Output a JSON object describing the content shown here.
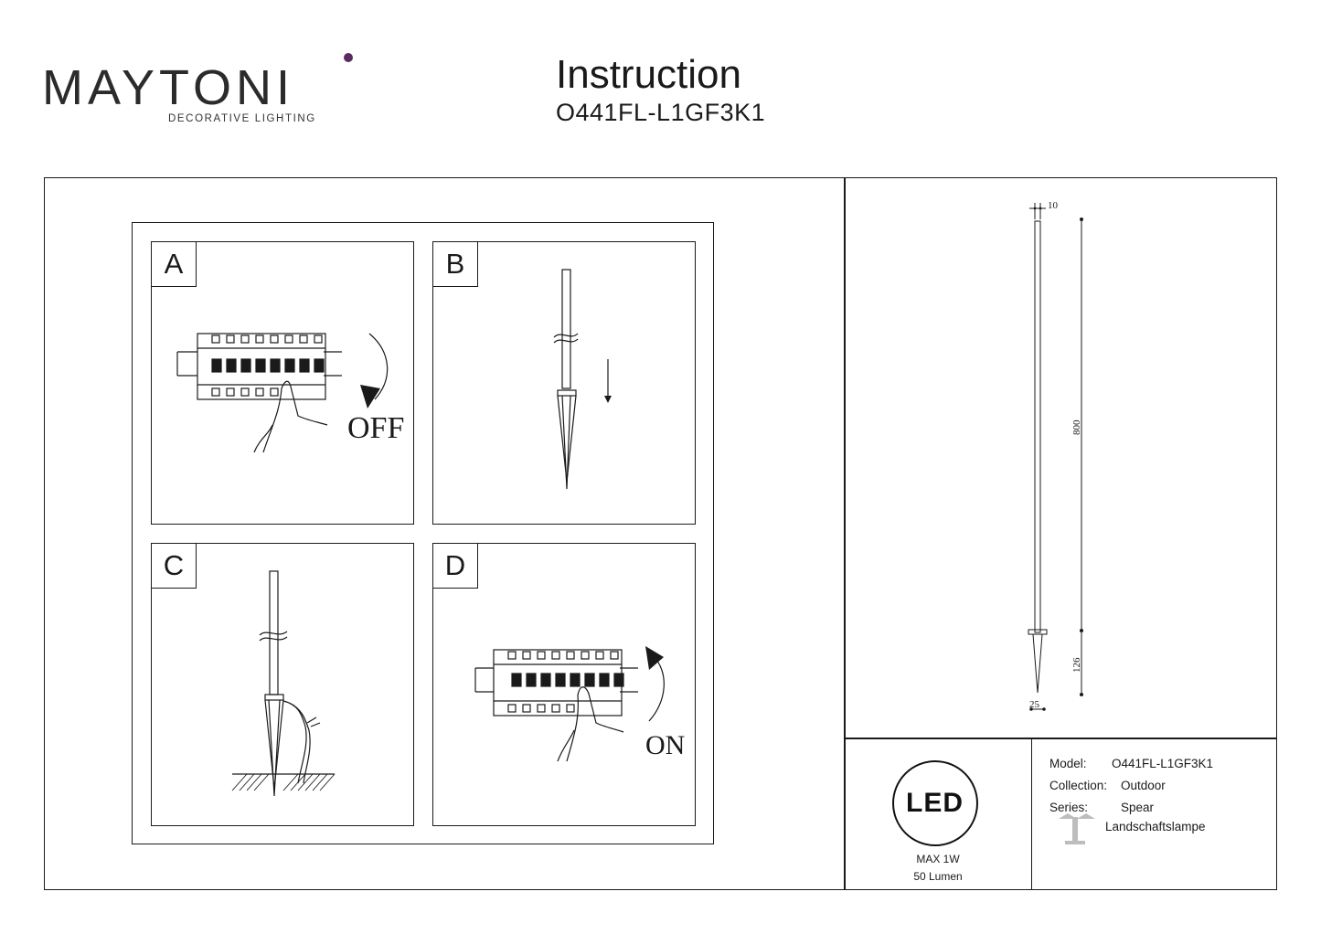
{
  "brand": {
    "name": "MAYTONI",
    "tagline": "DECORATIVE LIGHTING",
    "accent_color": "#5b2a63"
  },
  "header": {
    "title": "Instruction",
    "model": "O441FL-L1GF3K1"
  },
  "steps": [
    {
      "label": "A",
      "caption": "OFF",
      "icon": "breaker-panel-icon"
    },
    {
      "label": "B",
      "caption": "",
      "icon": "spear-lamp-insert-icon"
    },
    {
      "label": "C",
      "caption": "",
      "icon": "spear-lamp-ground-wire-icon"
    },
    {
      "label": "D",
      "caption": "ON",
      "icon": "breaker-panel-icon"
    }
  ],
  "dimensions": {
    "diameter_top": "10",
    "height": "800",
    "spike": "126",
    "base": "25"
  },
  "specs": {
    "badge": "LED",
    "max_power": "MAX 1W",
    "lumen": "50 Lumen"
  },
  "info": {
    "model_label": "Model:",
    "model_value": "O441FL-L1GF3K1",
    "collection_label": "Collection:",
    "collection_value": "Outdoor",
    "series_label": "Series:",
    "series_value": "Spear",
    "type_value": "Landschaftslampe",
    "series_icon": "landscape-lamp-icon"
  }
}
